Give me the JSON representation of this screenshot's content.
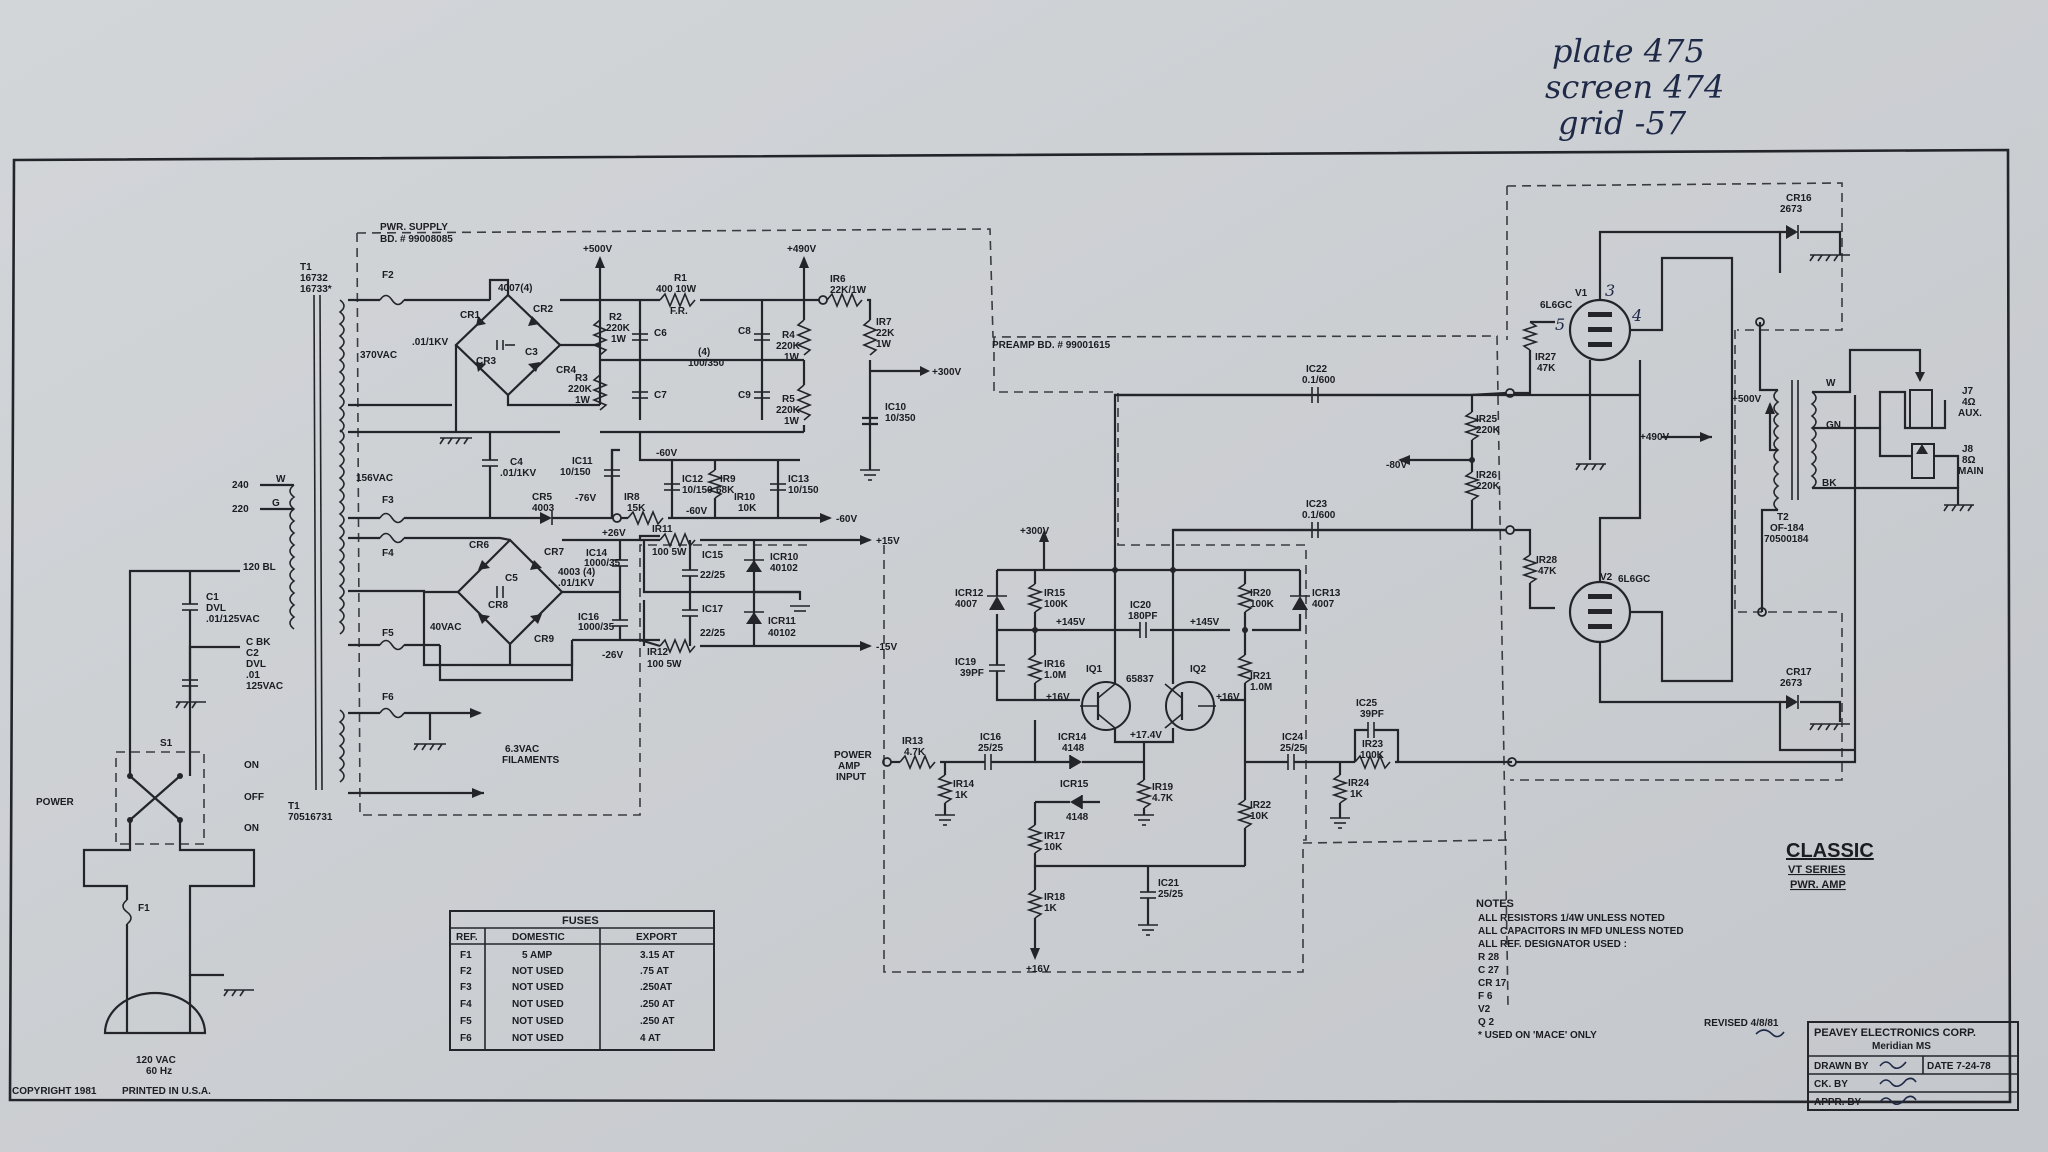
{
  "handwritten_notes": [
    "plate 475",
    "screen 474",
    "grid -57"
  ],
  "sheet_title": {
    "line1": "CLASSIC",
    "line2": "VT SERIES",
    "line3": "PWR. AMP"
  },
  "boards": {
    "power_supply": "PWR. SUPPLY",
    "power_supply_bd": "BD. # 99008085",
    "preamp_bd": "PREAMP BD. # 99001615"
  },
  "transformer_t1": {
    "ref": "T1",
    "parts": "16732",
    "parts2": "16733*",
    "bottom_ref": "T1",
    "bottom_part": "70516731",
    "taps": {
      "t240": "240",
      "t220": "220",
      "w": "W",
      "g": "G",
      "bl120": "120 BL",
      "bk": "C BK",
      "v370": "370VAC",
      "v156": "156VAC",
      "v40": "40VAC",
      "fil": "6.3VAC",
      "fil2": "FILAMENTS"
    }
  },
  "fuse_labels": [
    "F1",
    "F2",
    "F3",
    "F4",
    "F5",
    "F6"
  ],
  "diodes_ps": {
    "group": "4007(4)",
    "group2": "4003 (4)",
    "cr1": "CR1",
    "cr2": "CR2",
    "cr3": "CR3",
    "cr4": "CR4",
    "cr5": "CR5",
    "cr5p": "4003",
    "cr6": "CR6",
    "cr7": "CR7",
    "cr8": "CR8",
    "cr9": "CR9"
  },
  "caps_ps": {
    "c3": "C3",
    "c3v": ".01/1KV",
    "c4": "C4",
    "c4v": ".01/1KV",
    "c5": "C5",
    "c5v": ".01/1KV",
    "c6": "C6",
    "c7": "C7",
    "c8": "C8",
    "c9": "C9",
    "c4grp": "(4)",
    "c4grpv": "100/350",
    "c1": "C1",
    "c1a": "DVL",
    "c1b": ".01/125VAC",
    "c2": "C2",
    "c2a": "DVL",
    "c2b": ".01",
    "c2c": "125VAC",
    "c11": "IC11",
    "c11v": "10/150",
    "c12": "IC12",
    "c12v": "10/150",
    "c13": "IC13",
    "c13v": "10/150",
    "c14": "IC14",
    "c14v": "1000/35",
    "c15": "IC15",
    "c15v": "22/25",
    "c16": "IC16",
    "c16v": "1000/35",
    "c17": "IC17",
    "c17v": "22/25",
    "c10": "IC10",
    "c10v": "10/350"
  },
  "resistors_ps": {
    "r1": "R1",
    "r1v": "400 10W",
    "r1fr": "F.R.",
    "r2": "R2",
    "r2v": "220K",
    "r2w": "1W",
    "r3": "R3",
    "r3v": "220K",
    "r3w": "1W",
    "r4": "R4",
    "r4v": "220K",
    "r4w": "1W",
    "r5": "R5",
    "r5v": "220K",
    "r5w": "1W",
    "r6": "IR6",
    "r6v": "22K/1W",
    "r7": "IR7",
    "r7v": "22K",
    "r7w": "1W",
    "r8": "IR8",
    "r8v": "15K",
    "r9": "IR9",
    "r9v": "68K",
    "r10": "IR10",
    "r10v": "10K",
    "r11": "IR11",
    "r11v": "100 5W",
    "r12": "IR12",
    "r12v": "100 5W"
  },
  "zeners": {
    "cr10": "ICR10",
    "cr10v": "40102",
    "cr11": "ICR11",
    "cr11v": "40102"
  },
  "voltages": {
    "v500": "+500V",
    "v490": "+490V",
    "v300": "+300V",
    "vm76": "-76V",
    "vm60": "-60V",
    "vm60b": "-60V",
    "vm60c": "-60V",
    "v26": "+26V",
    "vm26": "-26V",
    "v15": "+15V",
    "vm15": "-15V",
    "v300b": "+300V",
    "v145a": "+145V",
    "v145b": "+145V",
    "v16a": "+16V",
    "v16b": "+16V",
    "v174": "+17.4V",
    "v16c": "+16V",
    "v500ot": "+500V",
    "v490b": "+490V",
    "vm80": "-80V"
  },
  "power_amp": {
    "c22": "IC22",
    "c22v": "0.1/600",
    "c23": "IC23",
    "c23v": "0.1/600",
    "r25": "IR25",
    "r25v": "220K",
    "r26": "IR26",
    "r26v": "220K",
    "r27": "IR27",
    "r27v": "47K",
    "r28": "IR28",
    "r28v": "47K",
    "cr12": "ICR12",
    "cr12v": "4007",
    "cr13": "ICR13",
    "cr13v": "4007",
    "r15": "IR15",
    "r15v": "100K",
    "r20": "IR20",
    "r20v": "100K",
    "c20": "IC20",
    "c20v": "180PF",
    "c19": "IC19",
    "c19v": "39PF",
    "r16": "IR16",
    "r16v": "1.0M",
    "r21": "IR21",
    "r21v": "1.0M",
    "q1": "IQ1",
    "q2": "IQ2",
    "qpart": "65837",
    "r13": "IR13",
    "r13v": "4.7K",
    "r14": "IR14",
    "r14v": "1K",
    "c16": "IC16",
    "c16v": "25/25",
    "cr14": "ICR14",
    "cr14v": "4148",
    "cr15": "ICR15",
    "cr15v": "4148",
    "r19": "IR19",
    "r19v": "4.7K",
    "r22": "IR22",
    "r22v": "10K",
    "r17": "IR17",
    "r17v": "10K",
    "r18": "IR18",
    "r18v": "1K",
    "c21": "IC21",
    "c21v": "25/25",
    "c24": "IC24",
    "c24v": "25/25",
    "c25": "IC25",
    "c25v": "39PF",
    "r23": "IR23",
    "r23v": "100K",
    "r24": "IR24",
    "r24v": "1K",
    "input": "POWER",
    "input2": "AMP",
    "input3": "INPUT"
  },
  "tubes": {
    "v1": "V1",
    "v2": "V2",
    "type": "6L6GC",
    "type2": "6L6GC",
    "p3": "3",
    "p4": "4",
    "p5": "5",
    "cr16": "CR16",
    "cr16v": "2673",
    "cr17": "CR17",
    "cr17v": "2673"
  },
  "output": {
    "t2": "T2",
    "t2p": "OF-184",
    "t2n": "70500184",
    "w": "W",
    "gn": "GN",
    "bk": "BK",
    "j7": "J7",
    "j7a": "4Ω",
    "j7b": "AUX.",
    "j8": "J8",
    "j8a": "8Ω",
    "j8b": "MAIN"
  },
  "switch": {
    "s1": "S1",
    "power": "POWER",
    "on": "ON",
    "off": "OFF",
    "on2": "ON",
    "mains": "120 VAC",
    "mains2": "60 Hz"
  },
  "fuses_table": {
    "title": "FUSES",
    "headers": [
      "REF.",
      "DOMESTIC",
      "EXPORT"
    ],
    "rows": [
      [
        "F1",
        "5 AMP",
        "3.15 AT"
      ],
      [
        "F2",
        "NOT USED",
        ".75 AT"
      ],
      [
        "F3",
        "NOT USED",
        ".250AT"
      ],
      [
        "F4",
        "NOT USED",
        ".250 AT"
      ],
      [
        "F5",
        "NOT USED",
        ".250 AT"
      ],
      [
        "F6",
        "NOT USED",
        "4 AT"
      ]
    ]
  },
  "notes": {
    "title": "NOTES",
    "lines": [
      "ALL RESISTORS 1/4W UNLESS NOTED",
      "ALL CAPACITORS IN MFD UNLESS NOTED",
      "ALL REF. DESIGNATOR USED :",
      "R  28",
      "C  27",
      "CR 17",
      "F 6",
      "V2",
      "Q 2",
      "* USED ON 'MACE' ONLY"
    ]
  },
  "title_block": {
    "revised": "REVISED 4/8/81",
    "company": "PEAVEY ELECTRONICS CORP.",
    "city": "Meridian MS",
    "drawn": "DRAWN BY",
    "date": "DATE 7-24-78",
    "ck": "CK. BY",
    "appr": "APPR. BY"
  },
  "footer": {
    "copyright": "COPYRIGHT  1981",
    "printed": "PRINTED  IN  U.S.A."
  },
  "colors": {
    "paper": "#d6d9dc",
    "ink": "#23252b",
    "pen": "#1f2a48"
  }
}
